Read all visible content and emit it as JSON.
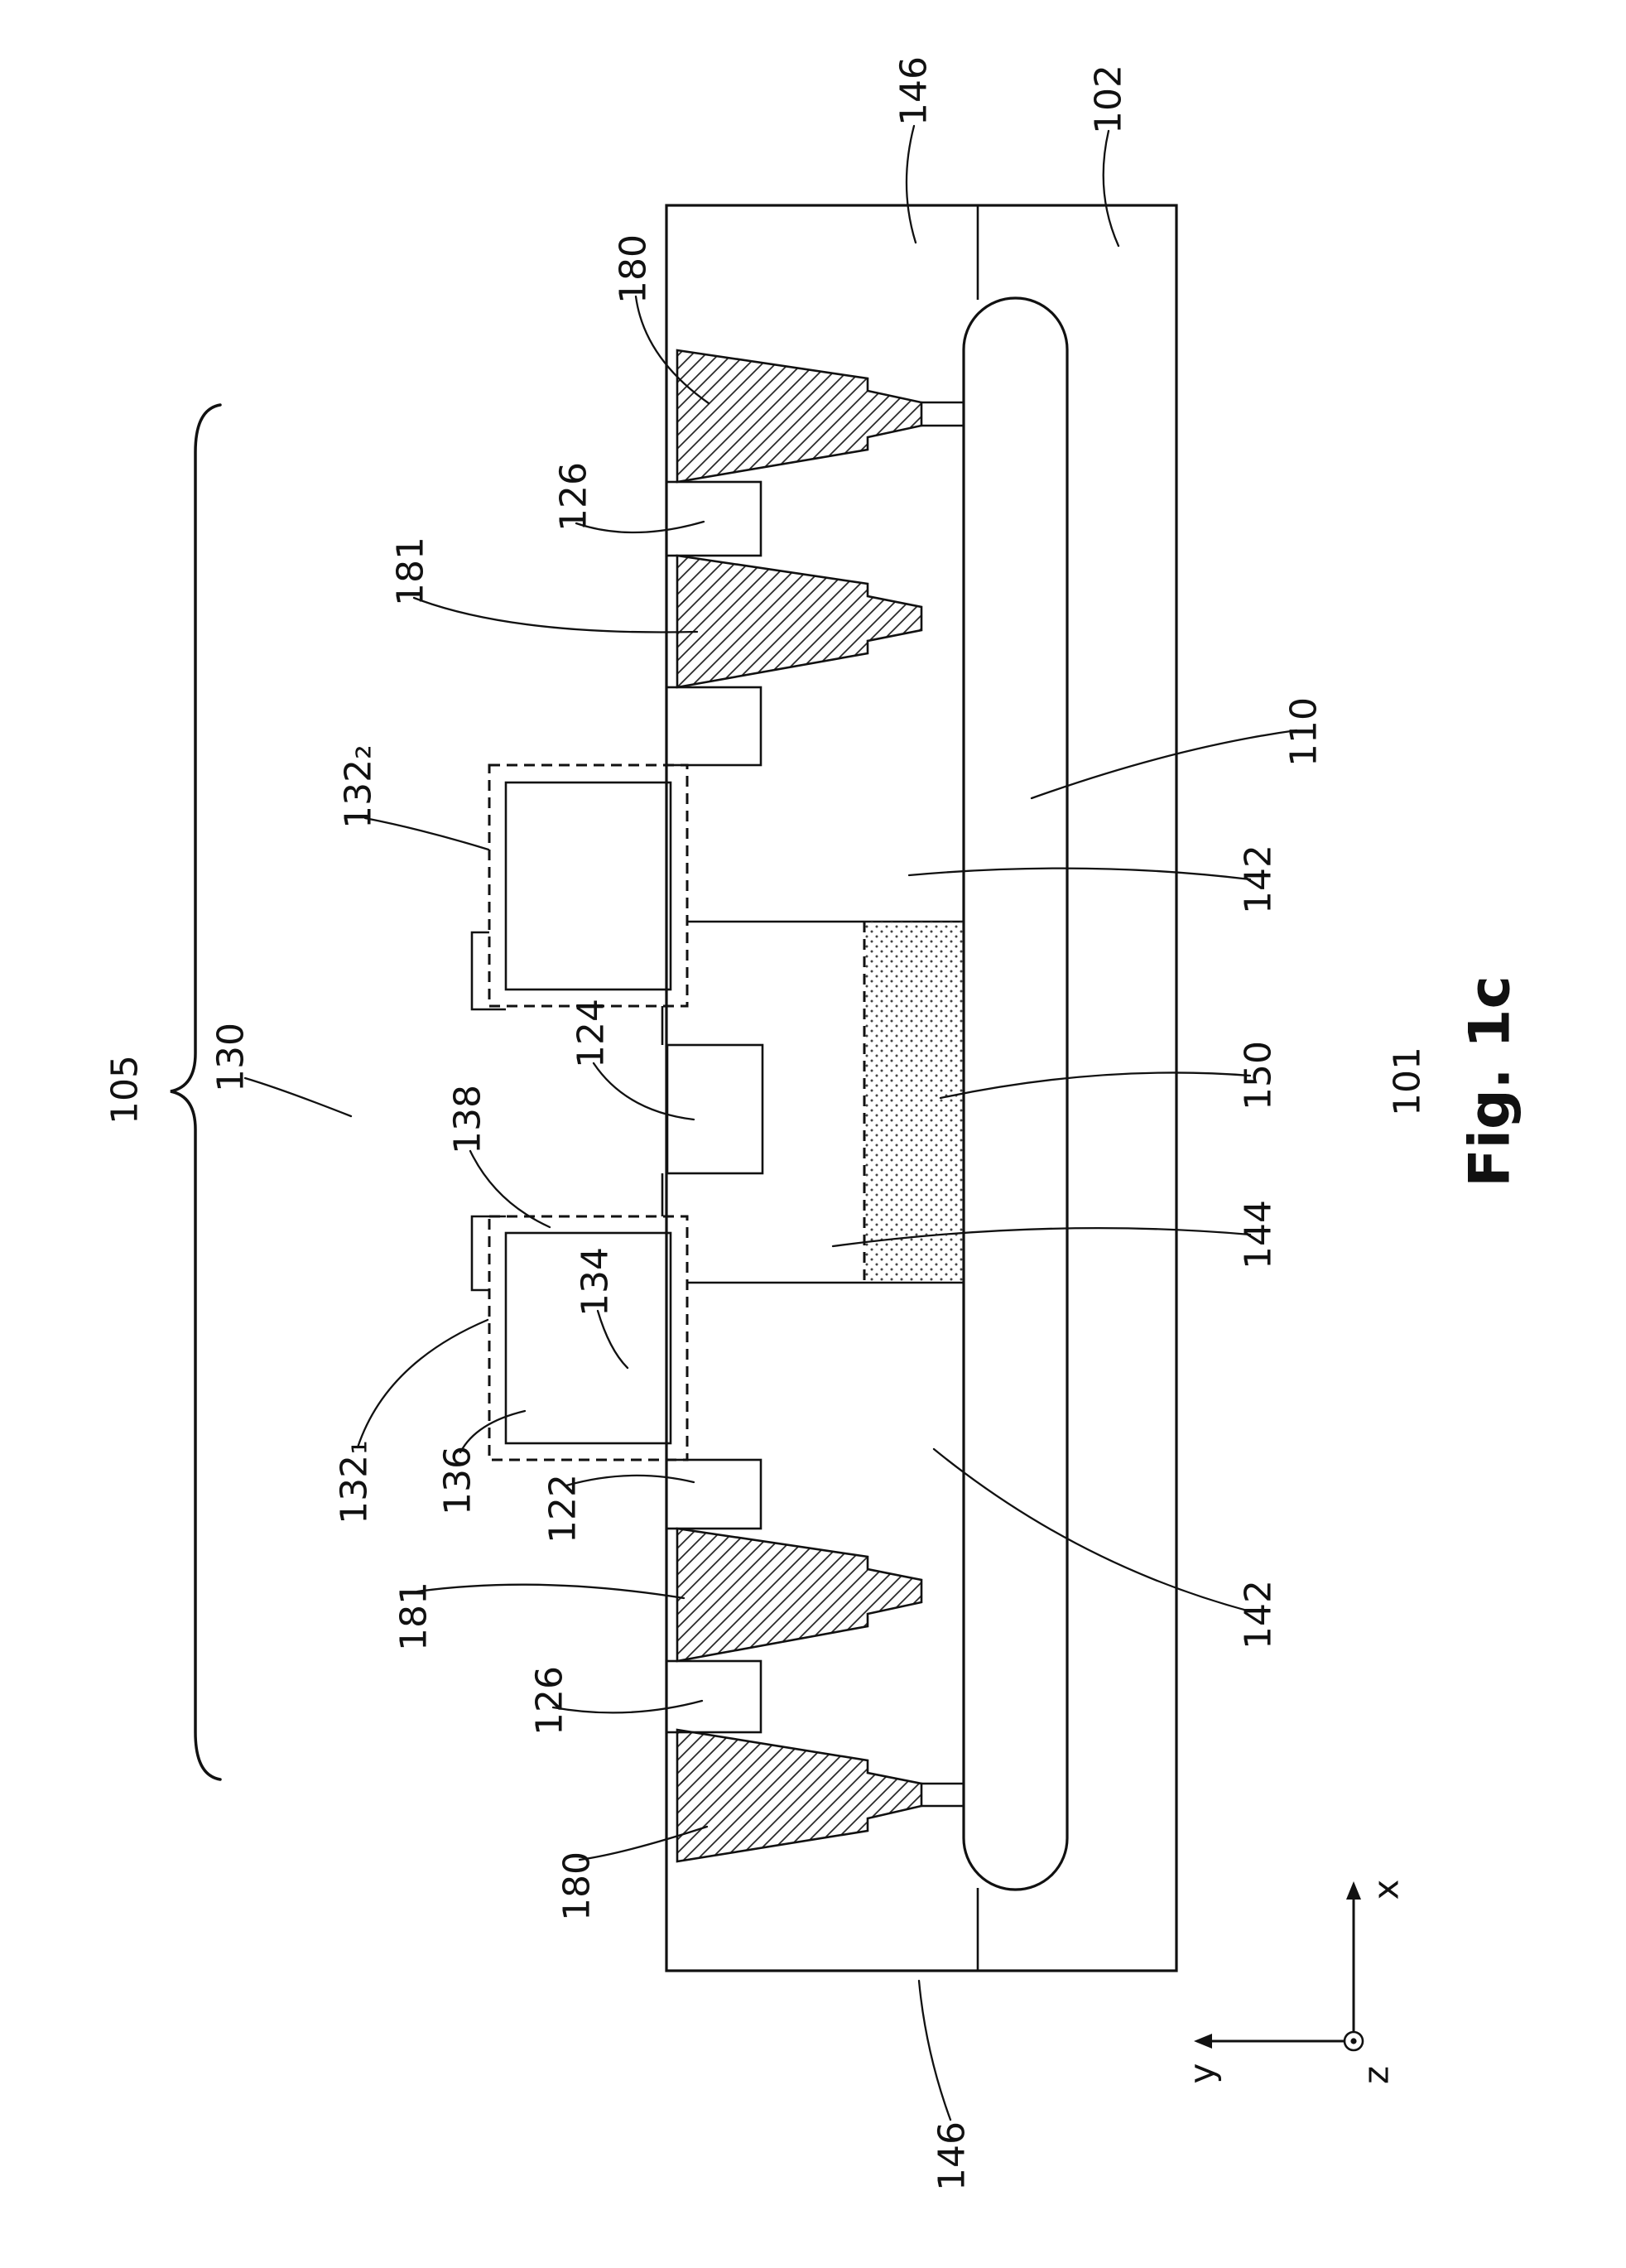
{
  "figure": {
    "caption": "Fig. 1c",
    "device_ref": "101"
  },
  "axes": {
    "x": "x",
    "y": "y",
    "z": "z"
  },
  "labels": {
    "brace_group": "105",
    "device": "130",
    "layer_top": "146",
    "layer_bottom": "146",
    "base_substrate": "102",
    "contact_top_outer": "180",
    "contact_bottom_outer": "180",
    "contact_top_inner": "181",
    "contact_bottom_inner": "181",
    "region_top": "126",
    "region_bottom": "126",
    "gate_stack_2": "132₂",
    "gate_stack_1": "132₁",
    "center_block": "124",
    "liner": "138",
    "gate_body": "134",
    "gate_foot": "136",
    "surface_region": "122",
    "buried_well": "110",
    "well_upper": "142",
    "well_lower": "142",
    "doped_strip": "150",
    "well_boundary": "144"
  }
}
